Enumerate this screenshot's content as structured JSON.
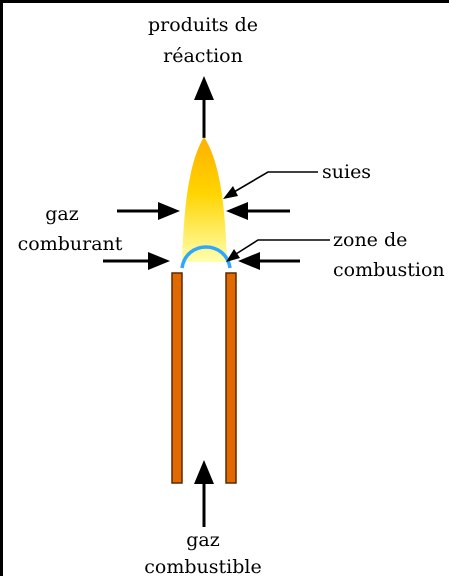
{
  "labels": {
    "products_line1": "produits de",
    "products_line2": "réaction",
    "soot": "suies",
    "oxidizer_line1": "gaz",
    "oxidizer_line2": "comburant",
    "zone_line1": "zone de",
    "zone_line2": "combustion",
    "fuel_line1": "gaz",
    "fuel_line2": "combustible"
  },
  "colors": {
    "tube": "#e06a00",
    "tube_outline": "#5a2a00",
    "flame_top": "#ffb000",
    "flame_mid": "#ffd400",
    "flame_bottom": "#ffffa0",
    "reaction_zone": "#2ea8ff",
    "arrow": "#000000",
    "leader_line": "#000000"
  }
}
